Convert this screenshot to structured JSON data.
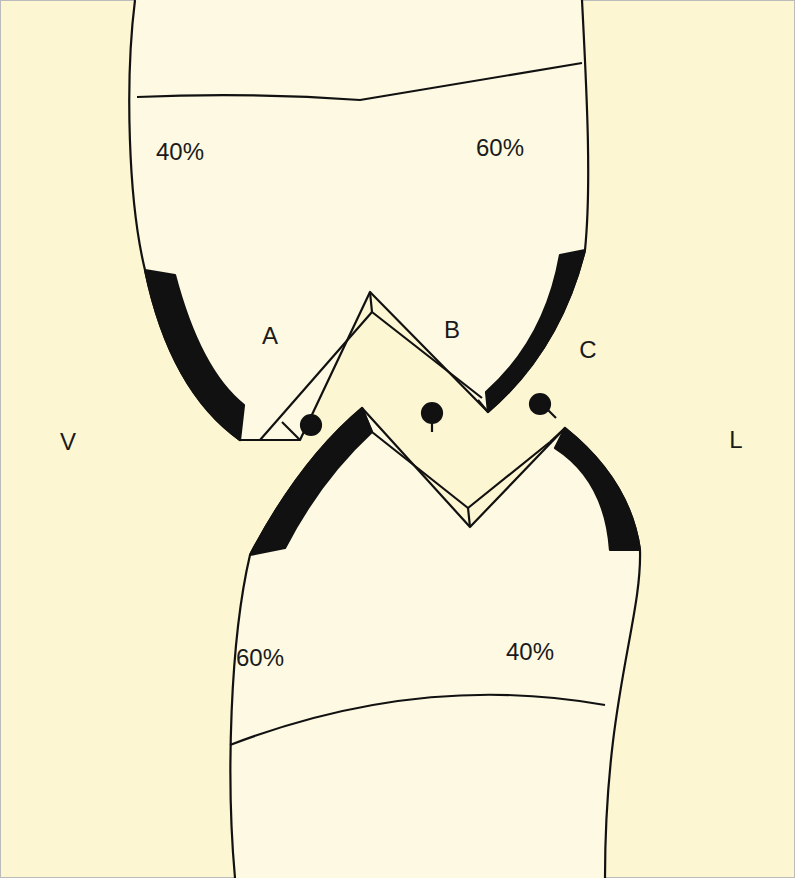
{
  "diagram": {
    "nodes": [
      {
        "text": [
          "40%",
          "60%"
        ]
      },
      {
        "text": [
          "60%",
          "40%"
        ]
      }
    ],
    "labels": [
      "A",
      "B",
      "C",
      "V",
      "L"
    ]
  }
}
